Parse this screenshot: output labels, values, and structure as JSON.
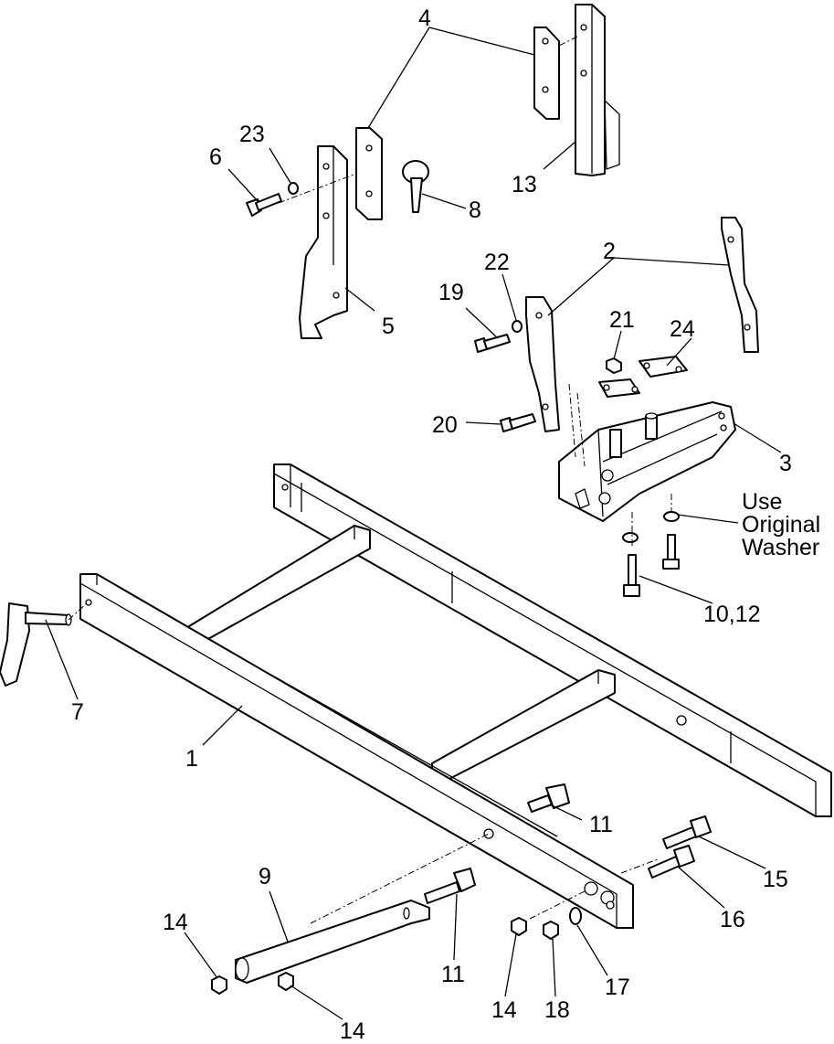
{
  "callouts": {
    "c1": "1",
    "c2": "2",
    "c3": "3",
    "c4": "4",
    "c5": "5",
    "c6": "6",
    "c7": "7",
    "c8": "8",
    "c9": "9",
    "c10_12": "10,12",
    "c11_upper": "11",
    "c11_lower": "11",
    "c13": "13",
    "c14_left": "14",
    "c14_bottom": "14",
    "c14_mid": "14",
    "c15": "15",
    "c16": "16",
    "c17": "17",
    "c18": "18",
    "c19": "19",
    "c20": "20",
    "c21": "21",
    "c22": "22",
    "c23": "23",
    "c24": "24"
  },
  "note": {
    "line1": "Use",
    "line2": "Original",
    "line3": "Washer"
  }
}
